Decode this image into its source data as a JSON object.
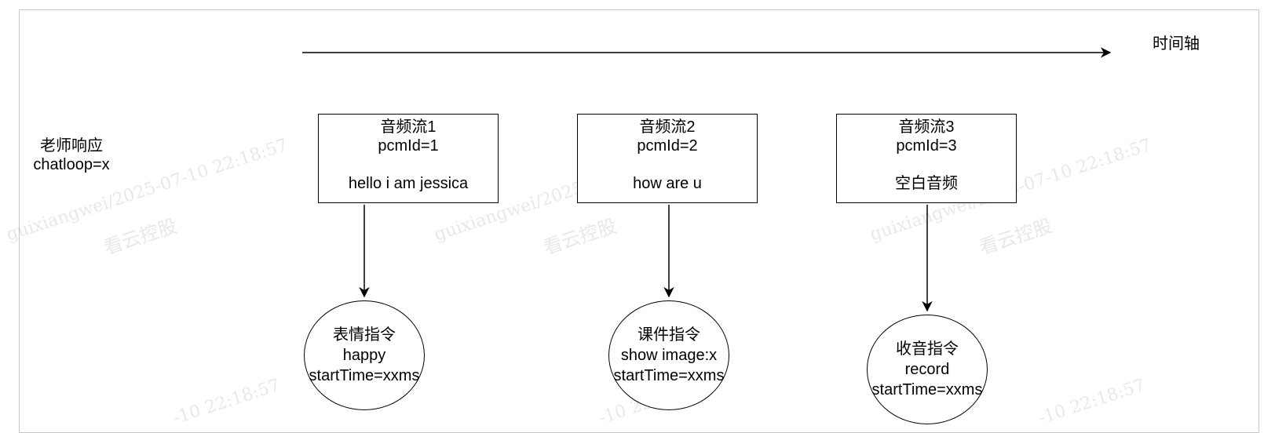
{
  "axis": {
    "label": "时间轴"
  },
  "side_label": {
    "line1": "老师响应",
    "line2": "chatloop=x"
  },
  "streams": [
    {
      "title": "音频流1",
      "pcm": "pcmId=1",
      "content": "hello i am jessica"
    },
    {
      "title": "音频流2",
      "pcm": "pcmId=2",
      "content": "how are u"
    },
    {
      "title": "音频流3",
      "pcm": "pcmId=3",
      "content": "空白音频"
    }
  ],
  "commands": [
    {
      "title": "表情指令",
      "value": "happy",
      "time": "startTime=xxms"
    },
    {
      "title": "课件指令",
      "value": "show image:x",
      "time": "startTime=xxms"
    },
    {
      "title": "收音指令",
      "value": "record",
      "time": "startTime=xxms"
    }
  ],
  "watermark": {
    "user_time": "guixiangwei/2025-07-10 22:18:57",
    "company": "看云控股",
    "time_fragment": "-10 22:18:57"
  },
  "colors": {
    "line": "#000000",
    "frame": "#c8c8c8",
    "watermark": "#969696"
  }
}
